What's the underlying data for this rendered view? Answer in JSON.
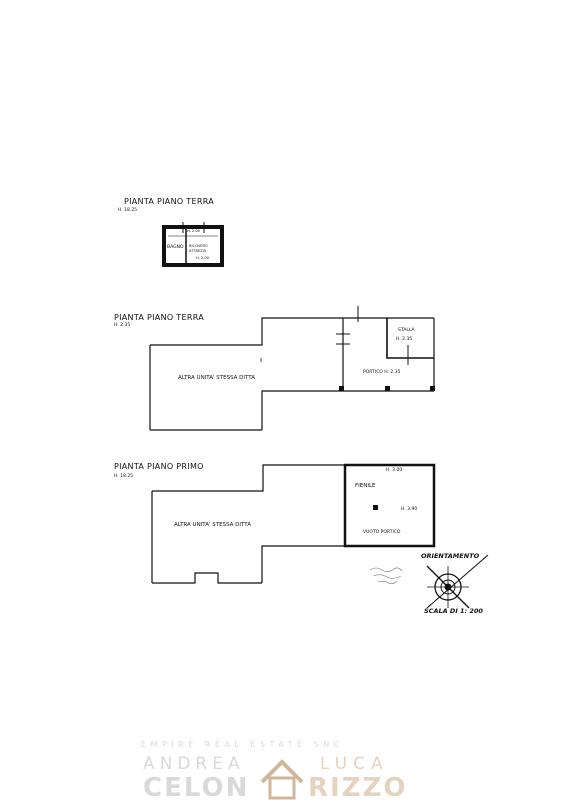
{
  "plans": {
    "small": {
      "title": "PIANTA PIANO TERRA",
      "height": "H. 18.25",
      "room_a": "BAGNO",
      "room_b": "RICOVERO ATTREZZI",
      "h_top": "H. 2.00",
      "h_bottom": "H. 2.00"
    },
    "ground": {
      "title": "PIANTA PIANO TERRA",
      "height": "H. 2.35",
      "other_unit": "ALTRA UNITA' STESSA DITTA",
      "portico": "PORTICO H. 2.35",
      "stalla": "STALLA",
      "stalla_h": "H. 2.35"
    },
    "first": {
      "title": "PIANTA PIANO PRIMO",
      "height": "H. 18.25",
      "other_unit": "ALTRA UNITA' STESSA DITTA",
      "fienile": "FIENILE",
      "h_top": "H. 3.00",
      "h_mid": "H. 3.90",
      "vuoto": "VUOTO PORTICO"
    }
  },
  "compass": {
    "label": "ORIENTAMENTO",
    "scale": "SCALA DI 1: 200"
  },
  "watermark": {
    "company": "EMPIRE REAL ESTATE SNC",
    "name1_top": "ANDREA",
    "name1_bottom": "CELON",
    "name2_top": "LUCA",
    "name2_bottom": "RIZZO"
  }
}
